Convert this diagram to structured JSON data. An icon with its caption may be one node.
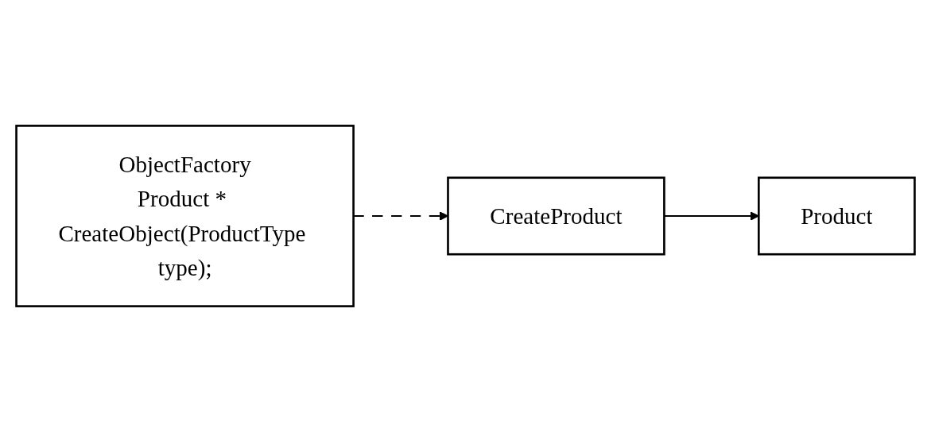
{
  "diagram": {
    "nodes": [
      {
        "text": [
          "ObjectFactory",
          "Product * CreateObject(ProductType type);"
        ]
      },
      {
        "text": [
          "Product"
        ]
      },
      {
        "text": [
          "CreateProduct"
        ]
      }
    ],
    "edges": [
      {
        "from": 0,
        "to": 2,
        "arrow": "to",
        "style": "dashed"
      },
      {
        "from": 2,
        "to": 1,
        "arrow": "to"
      }
    ]
  }
}
